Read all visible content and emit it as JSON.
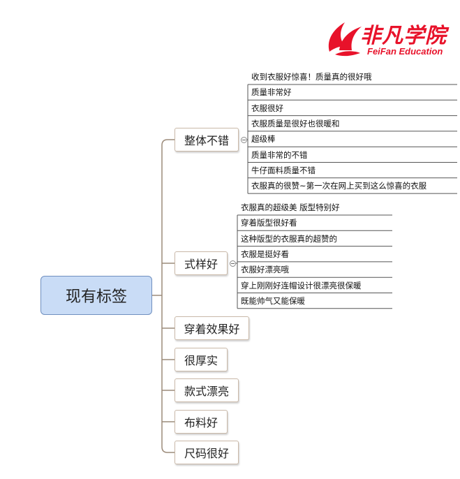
{
  "logo": {
    "name_cn": "非凡学院",
    "name_en": "FeiFan Education",
    "color": "#e8122a"
  },
  "root": {
    "label": "现有标签"
  },
  "branches": [
    {
      "label": "整体不错",
      "children": [
        "收到衣服好惊喜！质量真的很好哦",
        "质量非常好",
        "衣服很好",
        "衣服质量是很好也很暖和",
        "超级棒",
        "质量非常的不错",
        "牛仔面料质量不错",
        "衣服真的很赞~第一次在网上买到这么惊喜的衣服"
      ]
    },
    {
      "label": "式样好",
      "children": [
        "衣服真的超级美  版型特别好",
        "穿着版型很好看",
        "这种版型的衣服真的超赞的",
        "衣服是挺好看",
        "衣服好漂亮哦",
        "穿上刚刚好连帽设计很漂亮很保暖",
        "既能帅气又能保暖"
      ]
    },
    {
      "label": "穿着效果好",
      "children": []
    },
    {
      "label": "很厚实",
      "children": []
    },
    {
      "label": "款式漂亮",
      "children": []
    },
    {
      "label": "布料好",
      "children": []
    },
    {
      "label": "尺码很好",
      "children": []
    }
  ],
  "colors": {
    "root_fill": "#c9dcf6",
    "root_border": "#6f8fbf",
    "connector": "#9c8b7a",
    "leaf_line": "#555555"
  }
}
